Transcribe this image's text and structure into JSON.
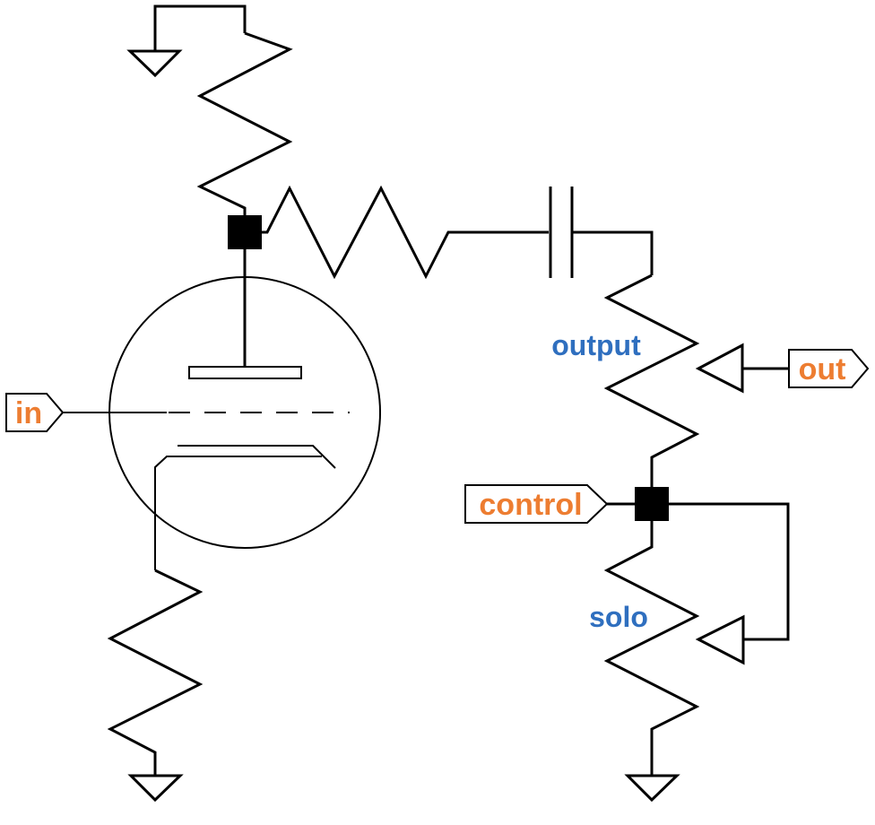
{
  "ports": {
    "in": "in",
    "out": "out",
    "control": "control"
  },
  "components": {
    "output": "output",
    "solo": "solo"
  },
  "colors": {
    "port_text": "#ED7D31",
    "component_text": "#2F6FBF",
    "wire": "#000000",
    "background": "#FFFFFF"
  }
}
